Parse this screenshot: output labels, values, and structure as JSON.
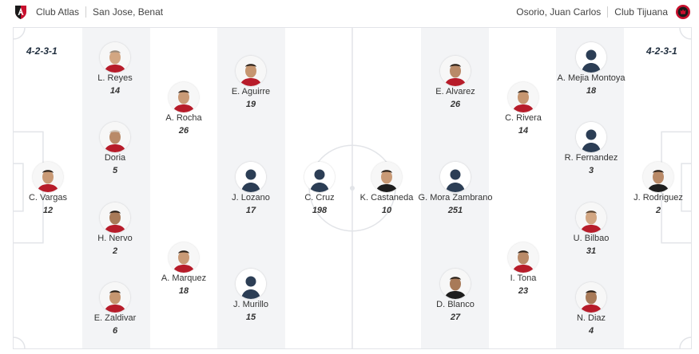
{
  "header": {
    "home_team": "Club Atlas",
    "home_coach": "San Jose, Benat",
    "away_coach": "Osorio, Juan Carlos",
    "away_team": "Club Tijuana",
    "home_crest_icon": "atlas-crest-icon",
    "away_crest_icon": "tijuana-crest-icon"
  },
  "home": {
    "formation": "4-2-3-1",
    "players": [
      {
        "name": "C. Vargas",
        "number": "12"
      },
      {
        "name": "L. Reyes",
        "number": "14"
      },
      {
        "name": "Doria",
        "number": "5"
      },
      {
        "name": "H. Nervo",
        "number": "2"
      },
      {
        "name": "E. Zaldivar",
        "number": "6"
      },
      {
        "name": "A. Rocha",
        "number": "26"
      },
      {
        "name": "A. Marquez",
        "number": "18"
      },
      {
        "name": "E. Aguirre",
        "number": "19"
      },
      {
        "name": "J. Lozano",
        "number": "17"
      },
      {
        "name": "J. Murillo",
        "number": "15"
      },
      {
        "name": "C. Cruz",
        "number": "198"
      }
    ]
  },
  "away": {
    "formation": "4-2-3-1",
    "players": [
      {
        "name": "K. Castaneda",
        "number": "10"
      },
      {
        "name": "E. Alvarez",
        "number": "26"
      },
      {
        "name": "G. Mora Zambrano",
        "number": "251"
      },
      {
        "name": "D. Blanco",
        "number": "27"
      },
      {
        "name": "C. Rivera",
        "number": "14"
      },
      {
        "name": "I. Tona",
        "number": "23"
      },
      {
        "name": "A. Mejia Montoya",
        "number": "18"
      },
      {
        "name": "R. Fernandez",
        "number": "3"
      },
      {
        "name": "U. Bilbao",
        "number": "31"
      },
      {
        "name": "N. Diaz",
        "number": "4"
      },
      {
        "name": "J. Rodriguez",
        "number": "2"
      }
    ]
  },
  "colors": {
    "atlas_red": "#c8102e",
    "atlas_black": "#1a1a1a",
    "tijuana_red": "#c8102e",
    "pitch_stripe": "#f3f4f6",
    "pitch_line": "#e2e4e8",
    "formation_text": "#1f2d3d"
  }
}
